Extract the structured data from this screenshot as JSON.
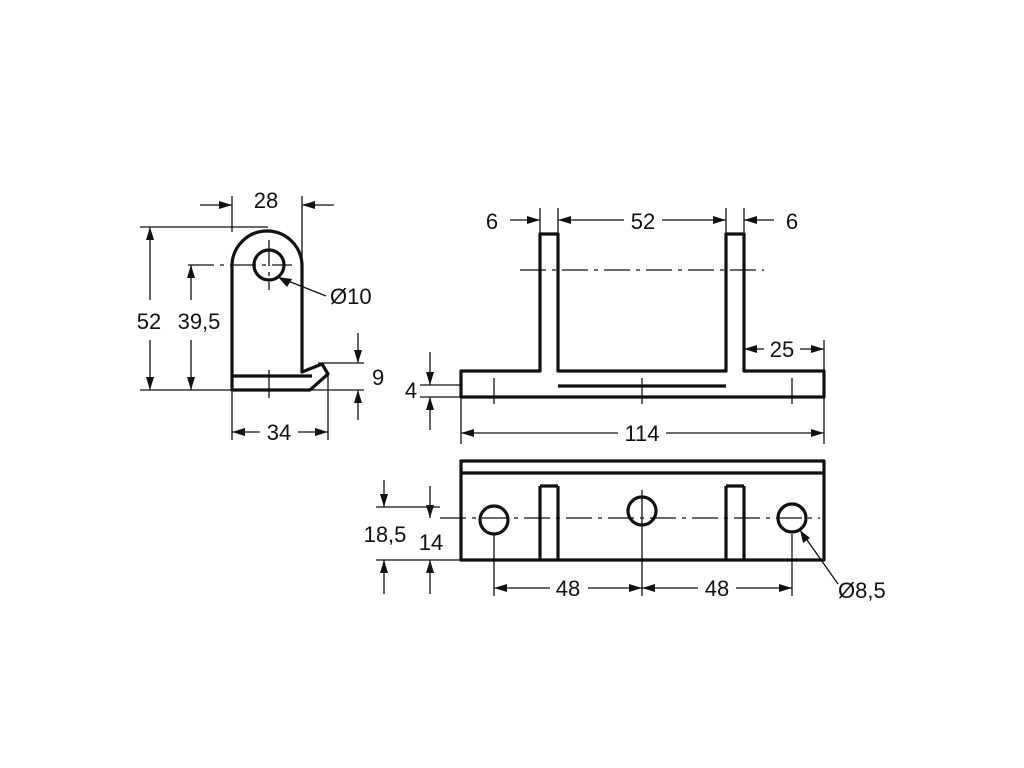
{
  "side_view": {
    "dims": {
      "width_top": "28",
      "height_total": "52",
      "height_hole": "39,5",
      "hole_diameter": "Ø10",
      "lip_height": "9",
      "width_bottom": "34"
    }
  },
  "front_view": {
    "dims": {
      "left_ear": "6",
      "ear_spacing": "52",
      "right_ear": "6",
      "flange": "25",
      "thickness": "4",
      "overall_length": "114"
    }
  },
  "top_view": {
    "dims": {
      "hole_row_offset_outer": "18,5",
      "hole_row_offset_inner": "14",
      "hole_pitch_left": "48",
      "hole_pitch_right": "48",
      "hole_diameter": "Ø8,5"
    }
  }
}
